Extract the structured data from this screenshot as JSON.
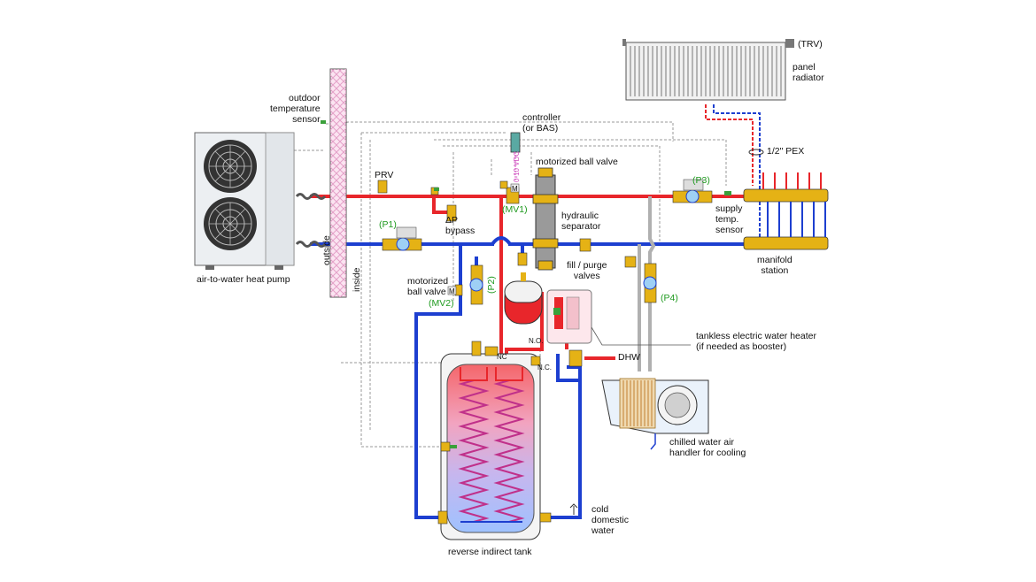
{
  "labels": {
    "trv": "(TRV)",
    "panel_radiator": "panel\nradiator",
    "outdoor_sensor": "outdoor\ntemperature\nsensor",
    "controller": "controller\n(or BAS)",
    "motorized_ball_valve_top": "motorized ball valve",
    "mv1": "(MV1)",
    "prv": "PRV",
    "p1": "(P1)",
    "dp_bypass": "ΔP\nbypass",
    "hydraulic_separator": "hydraulic\nseparator",
    "p3": "(P3)",
    "supply_temp_sensor": "supply\ntemp.\nsensor",
    "pex": "1/2\" PEX",
    "manifold_station": "manifold\nstation",
    "fill_purge": "fill / purge\nvalves",
    "air_to_water": "air-to-water heat pump",
    "outside": "outside",
    "inside": "inside",
    "motorized_ball_valve_left": "motorized\nball valve",
    "mv2": "(MV2)",
    "p2": "(P2)",
    "p4": "(P4)",
    "vdc": "0-10 VDC",
    "m1": "M",
    "m2": "M",
    "no": "N.O.",
    "nc": "N.C.",
    "nc2": "NC",
    "dhw": "DHW",
    "tankless": "tankless electric water heater\n(if needed as booster)",
    "chilled_water": "chilled water air\nhandler for cooling",
    "cold_domestic": "cold\ndomestic\nwater",
    "reverse_tank": "reverse indirect tank"
  },
  "colors": {
    "supply": "#e8262b",
    "return": "#1d3fd0",
    "brass": "#e5b215",
    "control_wire": "#9a9a9a",
    "pump_label": "#1f9a1f",
    "chilled_pipe": "#b0b0b0"
  }
}
